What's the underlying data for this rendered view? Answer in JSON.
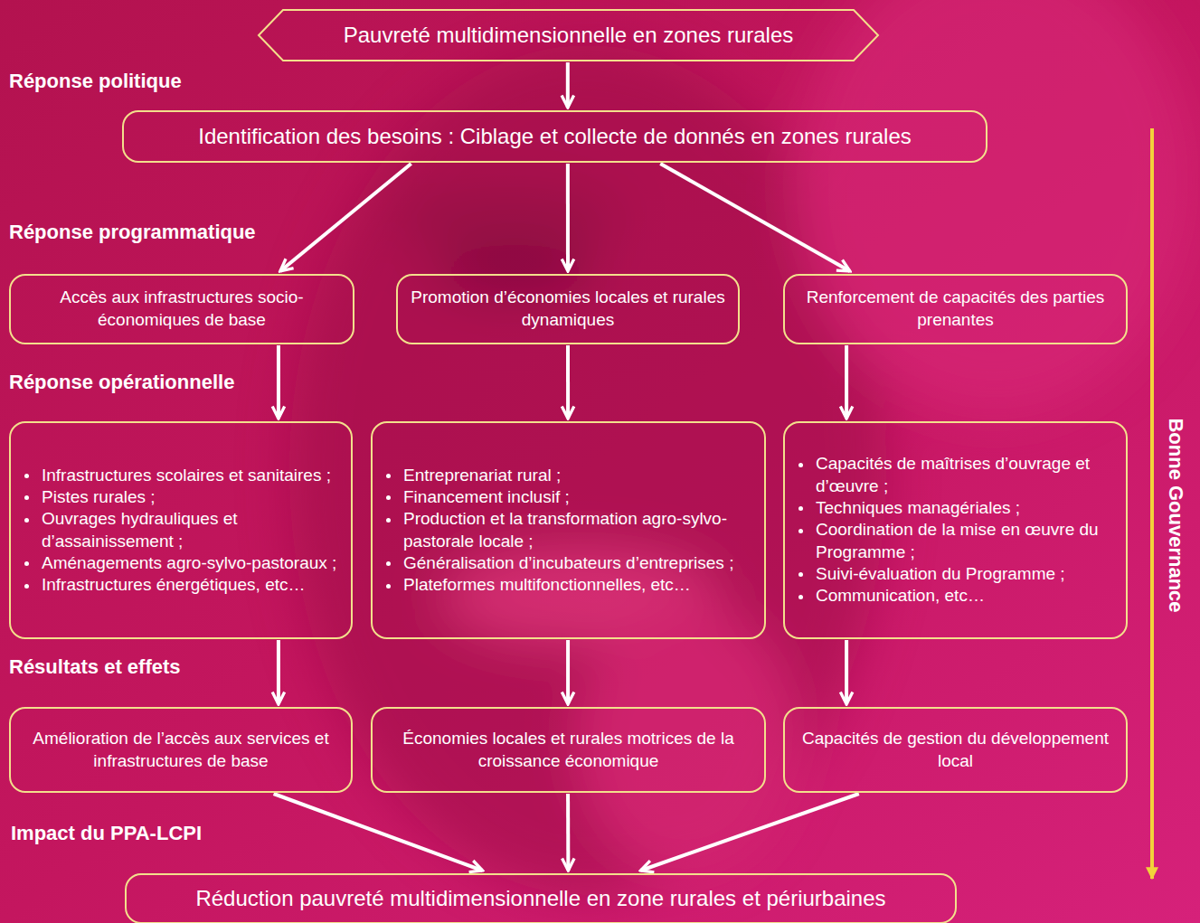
{
  "diagram": {
    "nodes": [
      {
        "text": [
          "Pauvreté multidimensionnelle en zones rurales"
        ]
      },
      {
        "text": [
          "Identification des besoins : Ciblage et collecte de donnés en zones rurales"
        ]
      },
      {
        "text": [
          "Accès aux infrastructures socio-économiques de base"
        ]
      },
      {
        "text": [
          "Promotion d’économies locales et rurales dynamiques"
        ]
      },
      {
        "text": [
          "Renforcement de capacités des parties prenantes"
        ]
      },
      {
        "text": [
          "Infrastructures scolaires et sanitaires ;",
          "Pistes rurales ;",
          "Ouvrages hydrauliques et d’assainissement ;",
          "Aménagements agro-sylvo-pastoraux ;",
          "Infrastructures énergétiques, etc…"
        ]
      },
      {
        "text": [
          "Entreprenariat rural ;",
          "Financement inclusif ;",
          "Production et la transformation agro-sylvo-pastorale locale ;",
          "Généralisation d’incubateurs d’entreprises ;",
          "Plateformes multifonctionnelles, etc…"
        ]
      },
      {
        "text": [
          "Capacités de maîtrises d’ouvrage et d’œuvre ;",
          "Techniques managériales ;",
          "Coordination de la mise en œuvre du Programme ;",
          "Suivi-évaluation du Programme ;",
          "Communication, etc…"
        ]
      },
      {
        "text": [
          "Amélioration de l’accès aux services et infrastructures de base"
        ]
      },
      {
        "text": [
          "Économies locales et rurales motrices de la croissance économique"
        ]
      },
      {
        "text": [
          "Capacités de gestion du développement local"
        ]
      },
      {
        "text": [
          "Réduction pauvreté multidimensionnelle en zone rurales et périurbaines"
        ]
      }
    ],
    "edges": [
      {
        "from": 0,
        "to": 1,
        "arrow": "to"
      },
      {
        "from": 1,
        "to": 2,
        "arrow": "to"
      },
      {
        "from": 1,
        "to": 3,
        "arrow": "to"
      },
      {
        "from": 1,
        "to": 4,
        "arrow": "to"
      },
      {
        "from": 2,
        "to": 5,
        "arrow": "to"
      },
      {
        "from": 3,
        "to": 6,
        "arrow": "to"
      },
      {
        "from": 4,
        "to": 7,
        "arrow": "to"
      },
      {
        "from": 5,
        "to": 8,
        "arrow": "to"
      },
      {
        "from": 6,
        "to": 9,
        "arrow": "to"
      },
      {
        "from": 7,
        "to": 10,
        "arrow": "to"
      },
      {
        "from": 8,
        "to": 11,
        "arrow": "to"
      },
      {
        "from": 9,
        "to": 11,
        "arrow": "to"
      },
      {
        "from": 10,
        "to": 11,
        "arrow": "to"
      }
    ],
    "labels": [
      "Réponse politique",
      "Réponse programmatique",
      "Réponse opérationnelle",
      "Résultats et effets",
      "Impact du PPA-LCPI",
      "Bonne Gouvernance"
    ]
  }
}
